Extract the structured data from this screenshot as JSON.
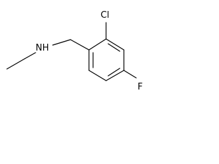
{
  "structure": {
    "atoms": {
      "amine_nitrogen": "NH",
      "chlorine": "Cl",
      "fluorine": "F"
    },
    "bond_color": "#000000",
    "background_color": "#ffffff"
  }
}
